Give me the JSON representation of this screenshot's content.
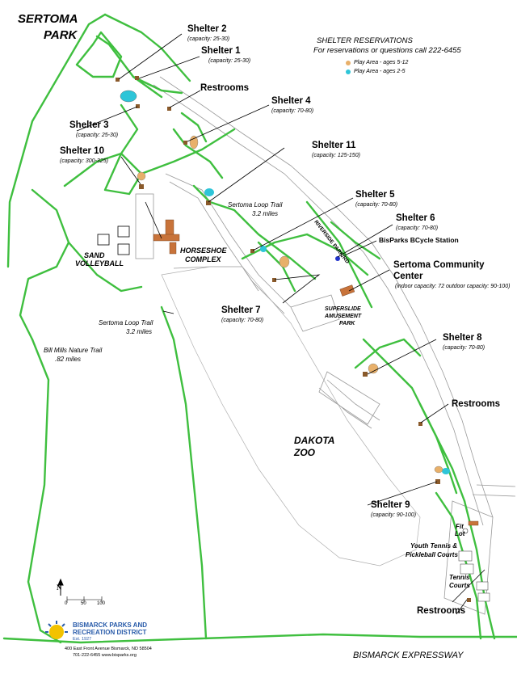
{
  "park_name_line1": "SERTOMA",
  "park_name_line2": "PARK",
  "reservations": {
    "title": "SHELTER RESERVATIONS",
    "subtitle": "For reservations or questions call 222-6455",
    "legend": [
      {
        "label": "Play Area - ages 5-12",
        "color": "#e8b06a"
      },
      {
        "label": "Play Area - ages 2-5",
        "color": "#2ec5d8"
      }
    ]
  },
  "shelters": [
    {
      "name": "Shelter 2",
      "capacity": "(capacity: 25-30)"
    },
    {
      "name": "Shelter 1",
      "capacity": "(capacity: 25-30)"
    },
    {
      "name": "Shelter 4",
      "capacity": "(capacity: 70-80)"
    },
    {
      "name": "Shelter 3",
      "capacity": "(capacity: 25-30)"
    },
    {
      "name": "Shelter 10",
      "capacity": "(capacity: 300-325)"
    },
    {
      "name": "Shelter 11",
      "capacity": "(capacity: 125-150)"
    },
    {
      "name": "Shelter 5",
      "capacity": "(capacity: 70-80)"
    },
    {
      "name": "Shelter 6",
      "capacity": "(capacity: 70-80)"
    },
    {
      "name": "Shelter 7",
      "capacity": "(capacity: 70-80)"
    },
    {
      "name": "Shelter 8",
      "capacity": "(capacity: 70-80)"
    },
    {
      "name": "Shelter 9",
      "capacity": "(capacity: 90-100)"
    }
  ],
  "restrooms_label": "Restrooms",
  "community_center": {
    "name_line1": "Sertoma Community",
    "name_line2": "Center",
    "capacity": "(indoor capacity: 72  outdoor capacity: 90-100)"
  },
  "bcycle_station": "BisParks BCycle Station",
  "places": {
    "sand_volleyball_1": "SAND",
    "sand_volleyball_2": "VOLLEYBALL",
    "horseshoe_1": "HORSESHOE",
    "horseshoe_2": "COMPLEX",
    "superslide_1": "SUPERSLIDE",
    "superslide_2": "AMUSEMENT",
    "superslide_3": "PARK",
    "zoo_1": "DAKOTA",
    "zoo_2": "ZOO",
    "fit_lot_1": "Fit",
    "fit_lot_2": "Lot",
    "youth_tennis_1": "Youth Tennis &",
    "youth_tennis_2": "Pickleball Courts",
    "tennis_1": "Tennis",
    "tennis_2": "Courts"
  },
  "trails": {
    "loop_upper_1": "Sertoma Loop Trail",
    "loop_upper_2": "3.2 miles",
    "loop_lower_1": "Sertoma Loop Trail",
    "loop_lower_2": "3.2 miles",
    "nature_1": "Bill Mills Nature Trail",
    "nature_2": ".82 miles"
  },
  "roads": {
    "riverside": "RIVERSIDE PARK RD",
    "expressway": "BISMARCK EXPRESSWAY"
  },
  "scale": {
    "labels": [
      "0",
      "50",
      "100"
    ],
    "north": "N"
  },
  "organization": {
    "line1": "BISMARCK PARKS AND",
    "line2": "RECREATION DISTRICT",
    "est": "Est. 1927",
    "address": "400 East Front Avenue  Bismarck, ND 58504",
    "contact": "701-222-6455      www.bisparks.org"
  },
  "colors": {
    "trail_green": "#3fbf3f",
    "building_orange": "#c8733a",
    "shelter_brown": "#8a5a2b",
    "road_gray": "#9a9a9a"
  }
}
